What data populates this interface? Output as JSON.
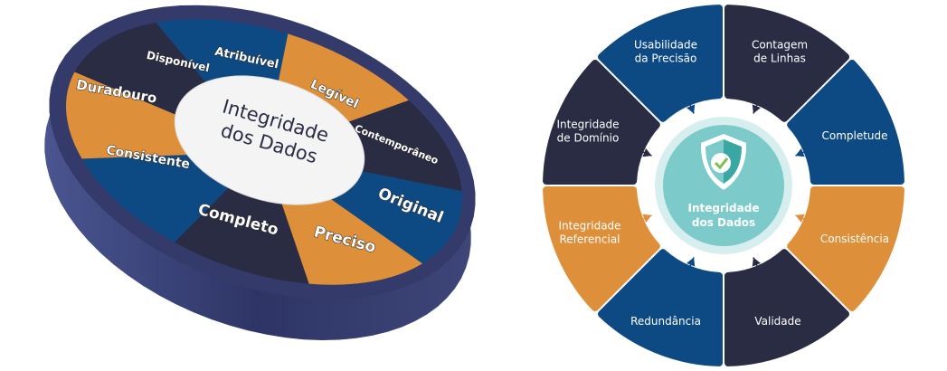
{
  "wheel": {
    "center": [
      "Integridade",
      "dos Dados"
    ],
    "segments": [
      {
        "label": "Atribuível",
        "color": "#0d4a84"
      },
      {
        "label": "Legível",
        "color": "#de8f3a"
      },
      {
        "label": "Contemporâneo",
        "color": "#2a2c44"
      },
      {
        "label": "Original",
        "color": "#0d4a84"
      },
      {
        "label": "Preciso",
        "color": "#de8f3a"
      },
      {
        "label": "Completo",
        "color": "#2a2c44"
      },
      {
        "label": "Consistente",
        "color": "#0d4a84"
      },
      {
        "label": "Duradouro",
        "color": "#de8f3a"
      },
      {
        "label": "Disponível",
        "color": "#2a2c44"
      }
    ],
    "side_color": "#3a4275"
  },
  "ring": {
    "center": [
      "Integridade",
      "dos Dados"
    ],
    "center_icon": "shield-check-icon",
    "center_color": "#7ccac9",
    "segments": [
      {
        "lines": [
          "Contagem",
          "de Linhas"
        ],
        "color": "#2a2c44"
      },
      {
        "lines": [
          "Completude"
        ],
        "color": "#0d4a84"
      },
      {
        "lines": [
          "Consistência"
        ],
        "color": "#de8f3a"
      },
      {
        "lines": [
          "Validade"
        ],
        "color": "#2a2c44"
      },
      {
        "lines": [
          "Redundância"
        ],
        "color": "#0d4a84"
      },
      {
        "lines": [
          "Integridade",
          "Referencial"
        ],
        "color": "#de8f3a"
      },
      {
        "lines": [
          "Integridade",
          "de Domínio"
        ],
        "color": "#2a2c44"
      },
      {
        "lines": [
          "Usabilidade",
          "da Precisão"
        ],
        "color": "#0d4a84"
      }
    ]
  }
}
